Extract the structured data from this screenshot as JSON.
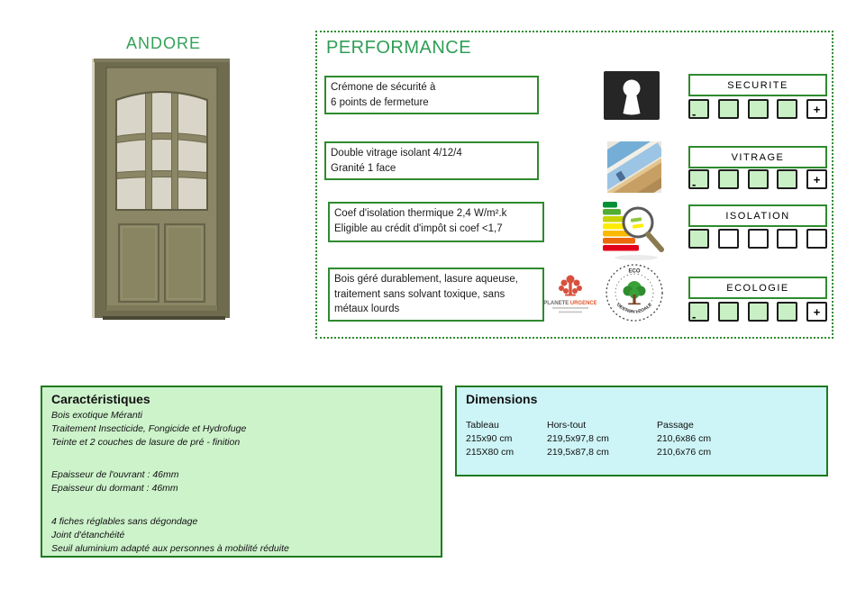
{
  "product": {
    "title": "ANDORE",
    "image": "door-photo"
  },
  "performance": {
    "title": "PERFORMANCE",
    "rows": [
      {
        "text": "Crémone de sécurité à\n6 points de fermeture",
        "icon": "keyhole-icon",
        "label": "SECURITE",
        "rating": [
          1,
          1,
          1,
          1,
          0
        ],
        "minus": "-",
        "plus": "+"
      },
      {
        "text": "Double vitrage isolant 4/12/4\nGranité 1 face",
        "icon": "window-icon",
        "label": "VITRAGE",
        "rating": [
          1,
          1,
          1,
          1,
          0
        ],
        "minus": "-",
        "plus": "+"
      },
      {
        "text": "Coef d'isolation thermique 2,4 W/m².k\nEligible au crédit d'impôt si coef <1,7",
        "icon": "energy-label-icon",
        "label": "ISOLATION",
        "rating": [
          1,
          0,
          0,
          0,
          0
        ],
        "minus": "",
        "plus": ""
      },
      {
        "text": "Bois géré durablement, lasure aqueuse,\ntraitement sans solvant toxique, sans\nmétaux lourds",
        "icon": "eco-logos",
        "label": "ECOLOGIE",
        "rating": [
          1,
          1,
          1,
          1,
          0
        ],
        "minus": "-",
        "plus": "+"
      }
    ],
    "logos": {
      "planete_urgence": {
        "word1": "PLANETE",
        "word2": "URGENCE"
      },
      "eco_badge": {
        "top": "ECO",
        "arc": "GESTION LEGALE"
      }
    }
  },
  "caracteristiques": {
    "title": "Caractéristiques",
    "lines": [
      "Bois exotique Méranti",
      "Traitement Insecticide, Fongicide et Hydrofuge",
      "Teinte et 2 couches de lasure de pré - finition",
      "",
      "",
      "Epaisseur de l'ouvrant : 46mm",
      "Epaisseur du dormant : 46mm",
      "",
      "",
      "4 fiches réglables sans dégondage",
      "Joint d'étanchéité",
      "Seuil aluminium adapté aux personnes à mobilité réduite"
    ]
  },
  "dimensions": {
    "title": "Dimensions",
    "headers": [
      "Tableau",
      "Hors-tout",
      "Passage"
    ],
    "rows": [
      [
        "215x90 cm",
        "219,5x97,8 cm",
        "210,6x86 cm"
      ],
      [
        "215X80 cm",
        "219,5x87,8 cm",
        "210,6x76 cm"
      ]
    ]
  },
  "colors": {
    "accent_green_border": "#2e8b2e",
    "title_green": "#35a15a",
    "rating_fill_green": "#c9f0c5",
    "carac_bg": "#cdf3cb",
    "dims_bg": "#cdf4f6"
  }
}
